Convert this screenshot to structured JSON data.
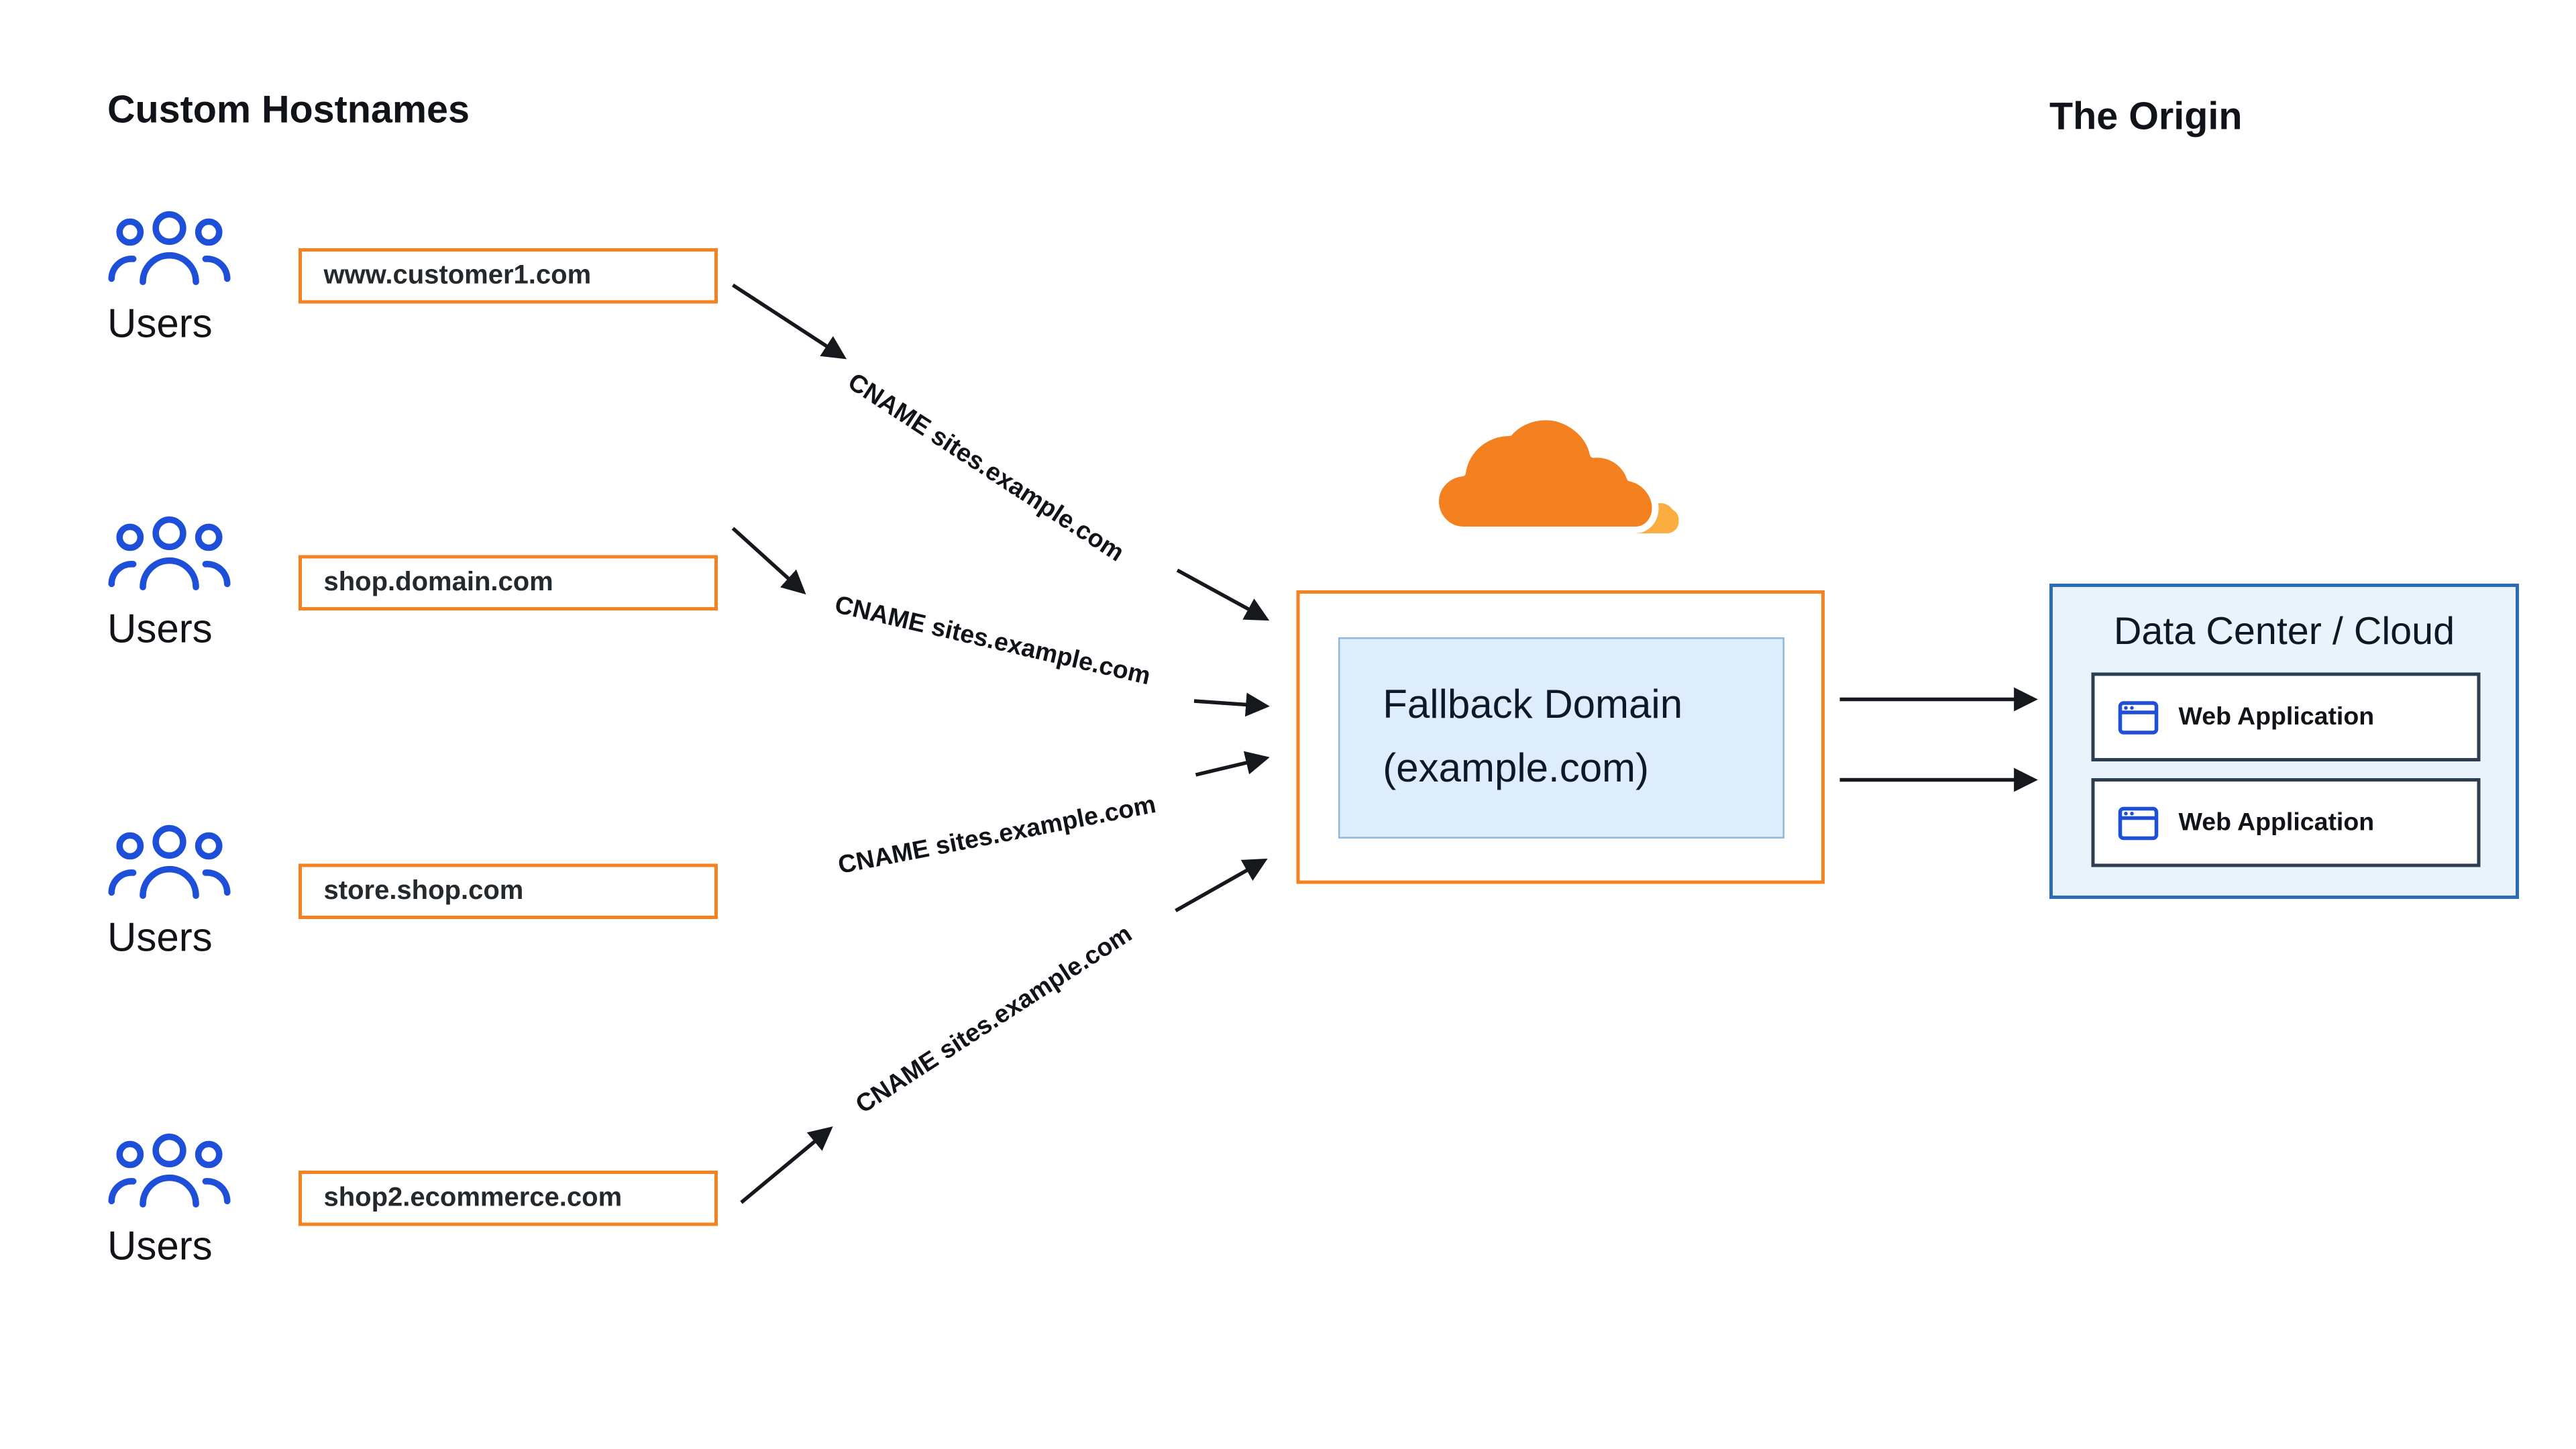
{
  "colors": {
    "blue": "#1d4fd8",
    "orange": "#f6821f",
    "cf-orange": "#f48120",
    "cf-light": "#fbad41",
    "origin-bg": "#e9f3fc",
    "origin-border": "#2b6cb5",
    "app-border": "#2d3e50",
    "inner-bg": "#ddeefa",
    "inner-border": "#8fb9dd",
    "arrow": "#15181c",
    "text": "#101418"
  },
  "headings": {
    "left": "Custom Hostnames",
    "right": "The Origin"
  },
  "user_groups": [
    {
      "label": "Users",
      "hostname": "www.customer1.com",
      "cname": "CNAME sites.example.com"
    },
    {
      "label": "Users",
      "hostname": "shop.domain.com",
      "cname": "CNAME sites.example.com"
    },
    {
      "label": "Users",
      "hostname": "store.shop.com",
      "cname": "CNAME sites.example.com"
    },
    {
      "label": "Users",
      "hostname": "shop2.ecommerce.com",
      "cname": "CNAME sites.example.com"
    }
  ],
  "cloudflare": {
    "fallback_line1": "Fallback Domain",
    "fallback_line2": "(example.com)"
  },
  "origin": {
    "title": "Data Center / Cloud",
    "applications": [
      "Web Application",
      "Web Application"
    ]
  }
}
